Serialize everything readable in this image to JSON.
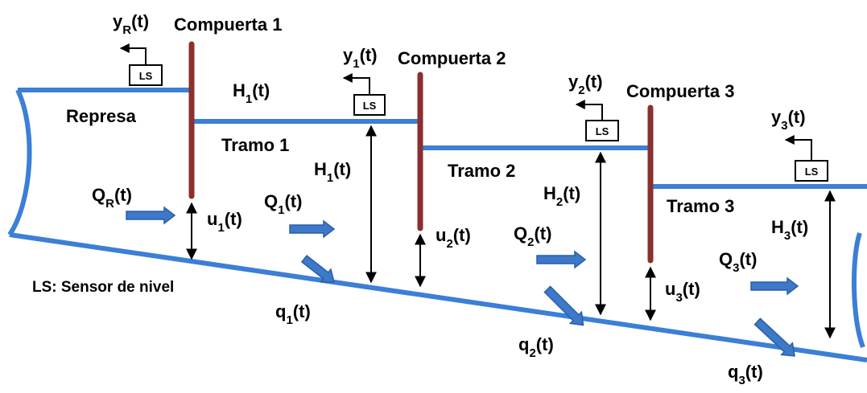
{
  "gates": [
    {
      "name": "Compuerta 1"
    },
    {
      "name": "Compuerta 2"
    },
    {
      "name": "Compuerta 3"
    }
  ],
  "reservoir_label": "Represa",
  "reaches": [
    {
      "name": "Tramo 1"
    },
    {
      "name": "Tramo 2"
    },
    {
      "name": "Tramo 3"
    }
  ],
  "sensor_label": "LS",
  "legend": "LS: Sensor de nivel",
  "signals": {
    "yR": {
      "base": "y",
      "sub": "R",
      "arg": "(t)"
    },
    "y1": {
      "base": "y",
      "sub": "1",
      "arg": "(t)"
    },
    "y2": {
      "base": "y",
      "sub": "2",
      "arg": "(t)"
    },
    "y3": {
      "base": "y",
      "sub": "3",
      "arg": "(t)"
    },
    "H1top": {
      "base": "H",
      "sub": "1",
      "arg": "(t)"
    },
    "H1": {
      "base": "H",
      "sub": "1",
      "arg": "(t)"
    },
    "H2": {
      "base": "H",
      "sub": "2",
      "arg": "(t)"
    },
    "H3": {
      "base": "H",
      "sub": "3",
      "arg": "(t)"
    },
    "QR": {
      "base": "Q",
      "sub": "R",
      "arg": "(t)"
    },
    "Q1": {
      "base": "Q",
      "sub": "1",
      "arg": "(t)"
    },
    "Q2": {
      "base": "Q",
      "sub": "2",
      "arg": "(t)"
    },
    "Q3": {
      "base": "Q",
      "sub": "3",
      "arg": "(t)"
    },
    "u1": {
      "base": "u",
      "sub": "1",
      "arg": "(t)"
    },
    "u2": {
      "base": "u",
      "sub": "2",
      "arg": "(t)"
    },
    "u3": {
      "base": "u",
      "sub": "3",
      "arg": "(t)"
    },
    "q1": {
      "base": "q",
      "sub": "1",
      "arg": "(t)"
    },
    "q2": {
      "base": "q",
      "sub": "2",
      "arg": "(t)"
    },
    "q3": {
      "base": "q",
      "sub": "3",
      "arg": "(t)"
    }
  },
  "colors": {
    "water": "#3b7fd6",
    "gate": "#8b2f2f",
    "arrow": "#3d78c9",
    "line": "#000000"
  }
}
